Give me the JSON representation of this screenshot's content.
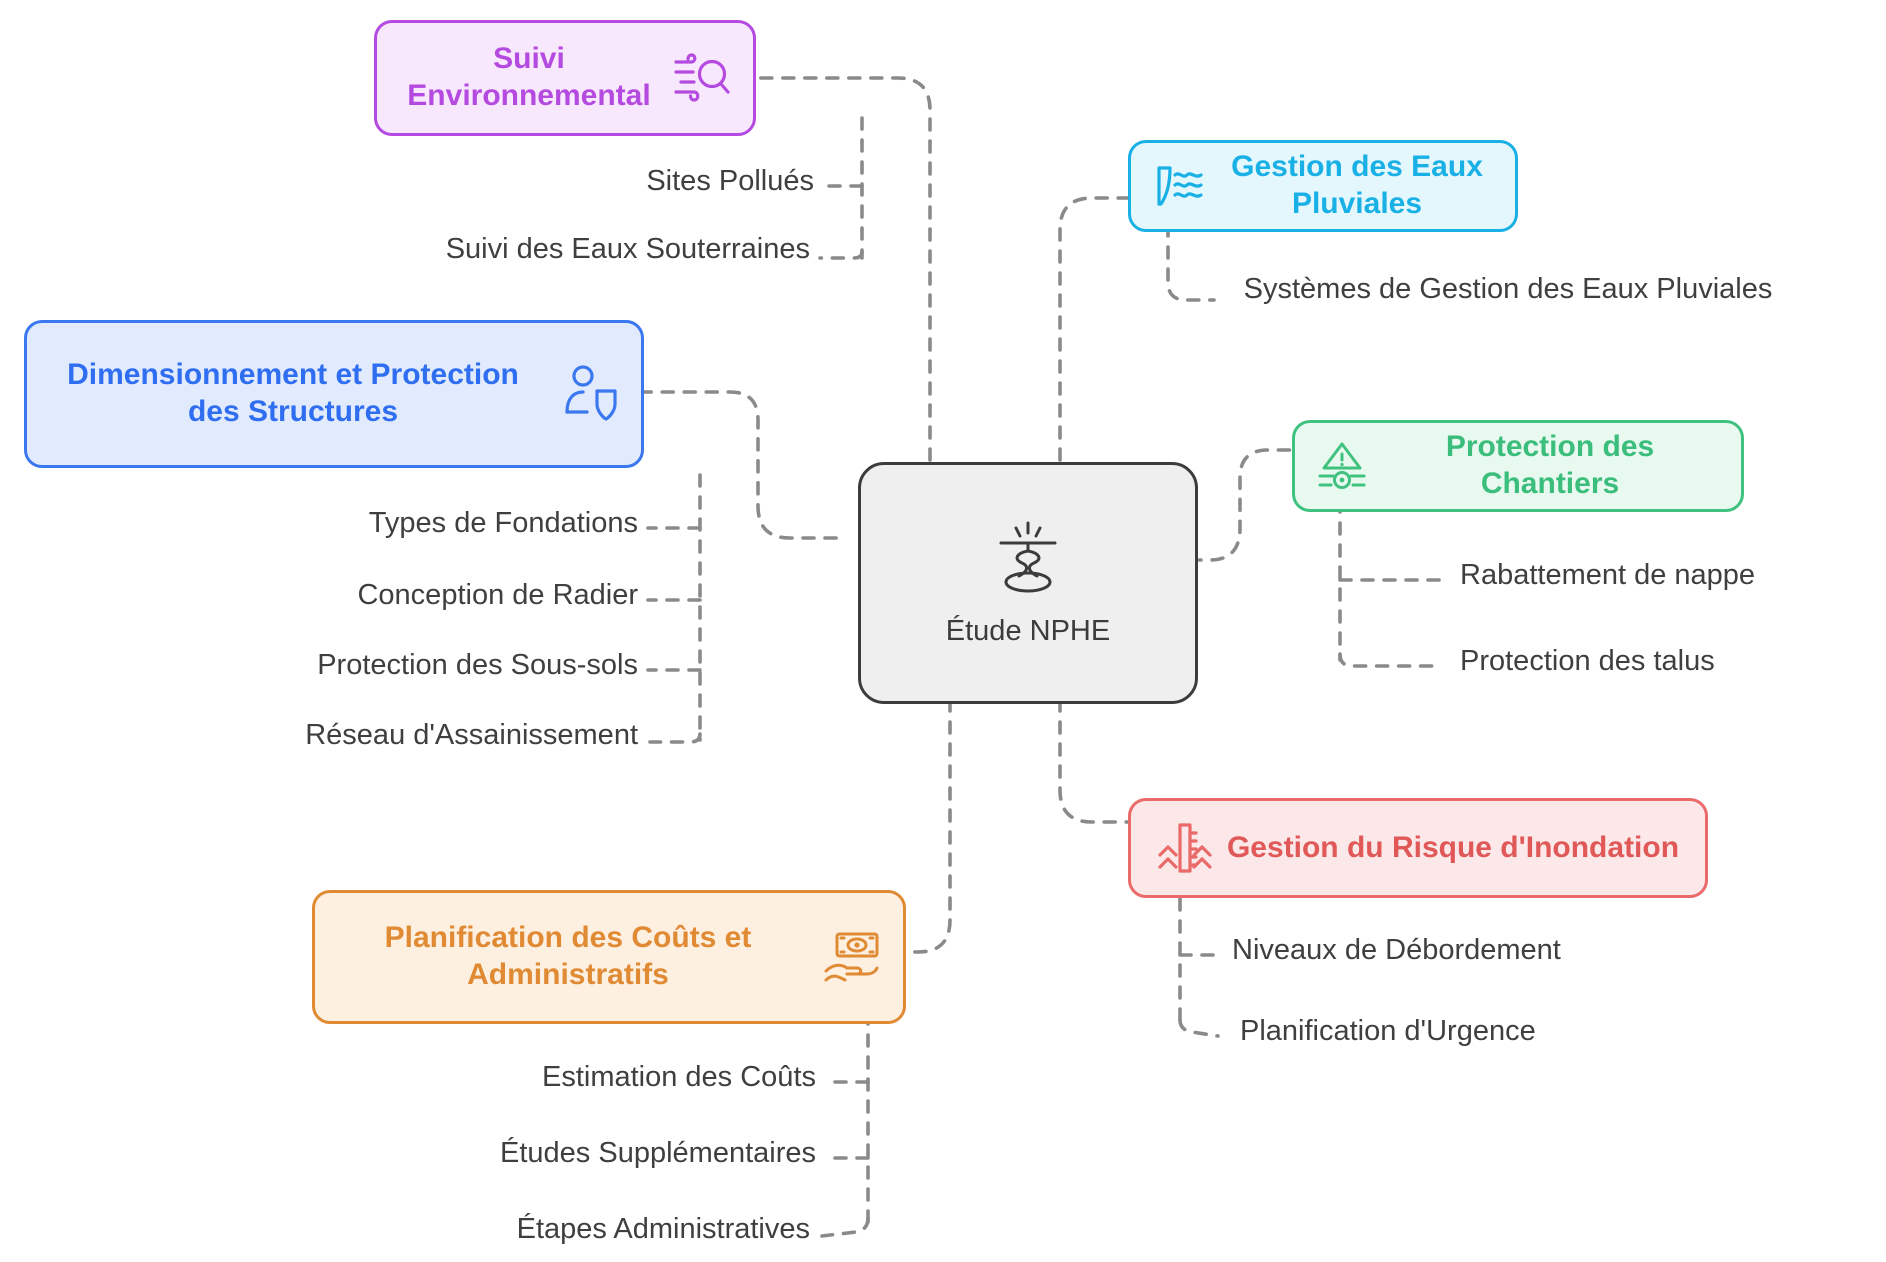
{
  "diagram": {
    "title": "Étude NPHE",
    "type": "mindmap",
    "background_color": "#ffffff",
    "edge_color": "#8a8a8a",
    "leaf_text_color": "#3f3f3f"
  },
  "central": {
    "label": "Étude NPHE",
    "icon": "water-spring-icon",
    "fill": "#efefef",
    "border": "#3c3c3c",
    "text_color": "#3c3c3c"
  },
  "branches": [
    {
      "id": "suivi-environnemental",
      "label": "Suivi Environnemental",
      "icon": "wind-magnifier-icon",
      "fill": "#f8e8fd",
      "border": "#b44ae0",
      "text_color": "#b44ae0",
      "children": [
        "Sites Pollués",
        "Suivi des Eaux Souterraines"
      ]
    },
    {
      "id": "gestion-eaux-pluviales",
      "label": "Gestion des Eaux Pluviales",
      "icon": "dam-waves-icon",
      "fill": "#e4f7fd",
      "border": "#19b0e6",
      "text_color": "#19b0e6",
      "children": [
        "Systèmes de Gestion des Eaux Pluviales"
      ]
    },
    {
      "id": "dimensionnement-protection-structures",
      "label": "Dimensionnement et Protection des Structures",
      "icon": "person-shield-icon",
      "fill": "#e1ebfd",
      "border": "#3b78f0",
      "text_color": "#2f6ef0",
      "children": [
        "Types de Fondations",
        "Conception de Radier",
        "Protection des Sous-sols",
        "Réseau d'Assainissement"
      ]
    },
    {
      "id": "protection-chantiers",
      "label": "Protection des Chantiers",
      "icon": "warning-valve-icon",
      "fill": "#e8f9f0",
      "border": "#3fc27f",
      "text_color": "#3bbd7b",
      "children": [
        "Rabattement de nappe",
        "Protection des talus"
      ]
    },
    {
      "id": "gestion-risque-inondation",
      "label": "Gestion du Risque d'Inondation",
      "icon": "flood-gauge-icon",
      "fill": "#fce8e8",
      "border": "#ea6a6a",
      "text_color": "#e05858",
      "children": [
        "Niveaux de Débordement",
        "Planification d'Urgence"
      ]
    },
    {
      "id": "planification-couts-administratifs",
      "label": "Planification des Coûts et Administratifs",
      "icon": "money-hand-icon",
      "fill": "#fdf0e1",
      "border": "#e08a34",
      "text_color": "#e08a34",
      "children": [
        "Estimation des Coûts",
        "Études Supplémentaires",
        "Étapes Administratives"
      ]
    }
  ]
}
